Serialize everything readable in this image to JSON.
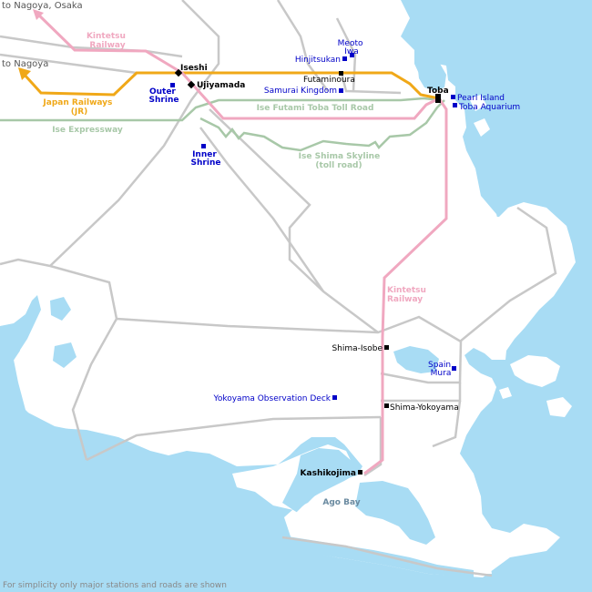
{
  "colors": {
    "sea": "#a8dcf4",
    "land": "#ffffff",
    "road": "#c8c8c8",
    "kintetsu": "#f0a8c0",
    "jr": "#f0a818",
    "expressway": "#a8c8a8",
    "attraction": "#0000c8",
    "station_text": "#000000",
    "footer_text": "#888888",
    "bay_text": "#6a8aa0"
  },
  "directions": {
    "nagoya_osaka": "to Nagoya, Osaka",
    "nagoya": "to Nagoya"
  },
  "railways": {
    "kintetsu_label": [
      "Kintetsu",
      "Railway"
    ],
    "kintetsu_label_south": [
      "Kintetsu",
      "Railway"
    ],
    "jr_label": [
      "Japan Railways",
      "(JR)"
    ]
  },
  "roads": {
    "toll_road": "Ise Futami Toba Toll Road",
    "expressway": "Ise Expressway",
    "skyline": [
      "Ise Shima Skyline",
      "(toll road)"
    ]
  },
  "stations": {
    "iseshi": "Iseshi",
    "ujiyamada": "Ujiyamada",
    "futaminoura": "Futaminoura",
    "toba": "Toba",
    "shima_isobe": "Shima-Isobe",
    "shima_yokoyama": "Shima-Yokoyama",
    "kashikojima": "Kashikojima"
  },
  "attractions": {
    "meoto_iwa": [
      "Meoto",
      "Iwa"
    ],
    "hinjitsukan": "Hinjitsukan",
    "samurai_kingdom": "Samurai Kingdom",
    "outer_shrine": [
      "Outer",
      "Shrine"
    ],
    "inner_shrine": [
      "Inner",
      "Shrine"
    ],
    "pearl_island": "Pearl Island",
    "toba_aquarium": "Toba Aquarium",
    "spain_mura": [
      "Spain",
      "Mura"
    ],
    "yokoyama_deck": "Yokoyama Observation Deck"
  },
  "water": {
    "ago_bay": "Ago Bay"
  },
  "footer": "For simplicity only major stations and roads are shown"
}
